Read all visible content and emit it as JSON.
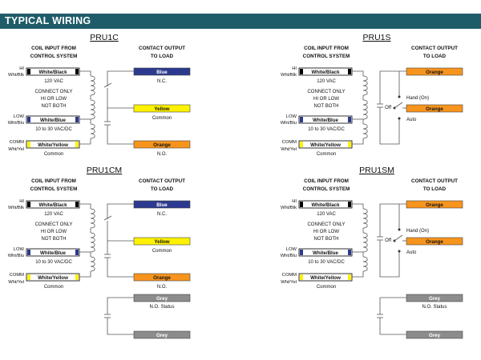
{
  "header": {
    "title": "TYPICAL WIRING"
  },
  "text": {
    "coil_input": [
      "COIL INPUT FROM",
      "CONTROL SYSTEM"
    ],
    "contact_output": [
      "CONTACT OUTPUT",
      "TO LOAD"
    ],
    "hi_label": [
      "HI",
      "Wht/Blk"
    ],
    "low_label": [
      "LOW",
      "Wht/Blu"
    ],
    "comm_label": [
      "COMM",
      "Wht/Yel"
    ],
    "wire_white_black": "White/Black",
    "wire_white_blue": "White/Blue",
    "wire_white_yellow": "White/Yellow",
    "vac_120": "120 VAC",
    "connect_only": [
      "CONNECT ONLY",
      "HI OR LOW",
      "NOT BOTH"
    ],
    "vac_10_30": "10 to 30 VAC/DC",
    "common_caption": "Common",
    "wire_blue": "Blue",
    "wire_yellow": "Yellow",
    "wire_orange": "Orange",
    "wire_grey": "Grey",
    "nc": "N.C.",
    "common_out": "Common",
    "no": "N.O.",
    "no_status": "N.O. Status",
    "hand_on": "Hand (On)",
    "off": "Off",
    "auto": "Auto"
  },
  "panels": [
    {
      "title": "PRU1C",
      "variant": "changeover",
      "status": false
    },
    {
      "title": "PRU1S",
      "variant": "switch",
      "status": false
    },
    {
      "title": "PRU1CM",
      "variant": "changeover",
      "status": true
    },
    {
      "title": "PRU1SM",
      "variant": "switch",
      "status": true
    }
  ],
  "colors": {
    "header": "#1f5c6a",
    "blue": "#2b3a8f",
    "yellow": "#fff200",
    "orange": "#f7941d",
    "grey": "#8c8c8c",
    "black": "#000000",
    "line": "#555555"
  }
}
